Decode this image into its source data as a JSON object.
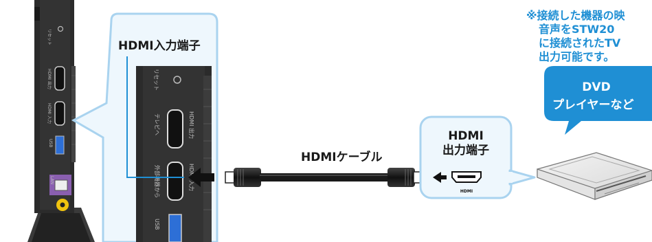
{
  "labels": {
    "hdmi_input_terminal": "HDMI入力端子",
    "hdmi_cable": "HDMIケーブル",
    "hdmi_output_line1": "HDMI",
    "hdmi_output_line2": "出力端子",
    "hdmi_port_logo": "HDMI",
    "note_lines": [
      "※接続した機器の映",
      "音声をSTW20",
      "に接続されたTV",
      "出力可能です。"
    ],
    "bubble_line1": "DVD",
    "bubble_line2": "プレイヤーなど"
  },
  "device_labels": {
    "reset": "リセット",
    "hdmi_out": "HDMI 出力",
    "to_tv": "テレビへ",
    "hdmi_in": "HDMI 入力",
    "from_external": "外部機器から",
    "usb": "USB",
    "lan": "LAN"
  },
  "colors": {
    "callout_border": "#a9d3ef",
    "callout_fill": "#eef7fd",
    "leader_line": "#1f8fd4",
    "note_text": "#1f8fd4",
    "bubble_fill": "#1f8fd4",
    "device_body": "#2b2b2b",
    "usb_port": "#2d6fd6",
    "lan_port_bg": "#8a5fb0",
    "av_port": "#f1c40f"
  },
  "icons": {
    "input_arrow": "arrow-left-icon",
    "output_arrow": "arrow-right-icon",
    "hdmi_port": "hdmi-port-icon",
    "dvd_player": "dvd-player-icon"
  }
}
